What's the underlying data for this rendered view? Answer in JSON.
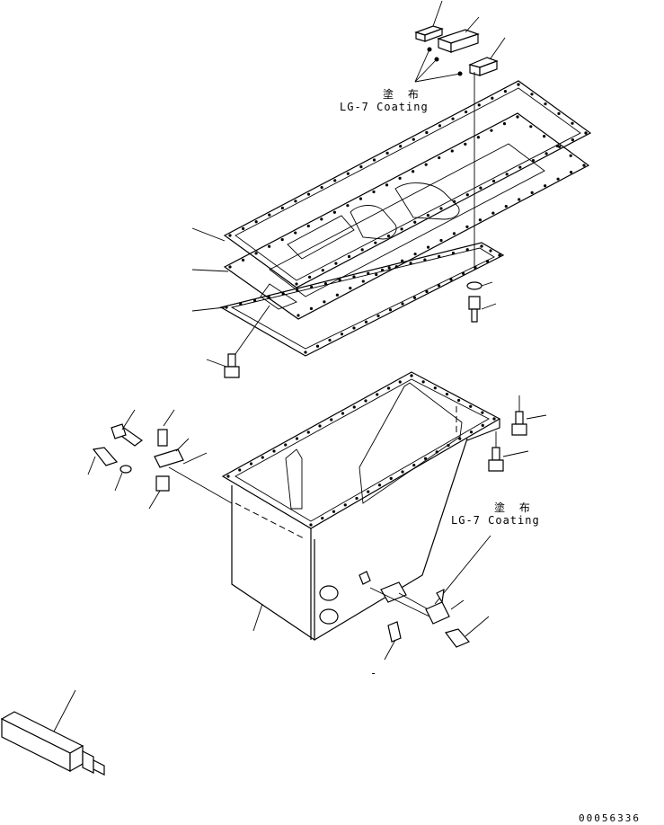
{
  "annotations": {
    "coating_top": {
      "jp": "塗 布",
      "en": "LG-7 Coating"
    },
    "coating_right": {
      "jp": "塗 布",
      "en": "LG-7 Coating"
    }
  },
  "figure_number": "00056336",
  "mark_bottom_center": "-"
}
